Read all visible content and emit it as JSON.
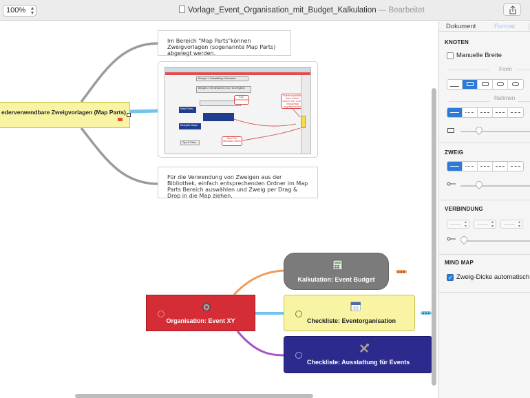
{
  "window": {
    "zoom": "100%",
    "title": "Vorlage_Event_Organisation_mit_Budget_Kalkulation",
    "separator": "—",
    "edited": "Bearbeitet"
  },
  "canvas": {
    "topic_main": "ederverwendbare Zweigvorlagen (Map Parts)",
    "callout_top": "Im Bereich \"Map Parts\"können Zweigvorlagen (sogenannte Map Parts) abgelegt werden.",
    "callout_bottom": "Für die Verwendung von Zweigen aus der Bibliothek, einfach entsprechenden Ordner im Map Parts Bereich auswählen und Zweig per Drag & Drop in die Map ziehen.",
    "screenshot": {
      "box1": "Beispiel 1: Rabattfähige Kalkulation",
      "box2": "Beispiel 2: Mit einfachem Soll / Ist-Vergleich",
      "map_parts": "Map Parts",
      "beispiel_maps": "Beispiel Maps",
      "tips": "Tips & Tricks",
      "red1": "Kalk. übernehmen",
      "red2": "Ordner auswählen Neue Ordner können hier rechts hinzugefügt angelegt werden",
      "red3": "Map Part Bibliothek öffnen"
    },
    "node_kalkulation": "Kalkulation: Event Budget",
    "node_organisation": "Organisation: Event XY",
    "node_checkliste_event": "Checkliste: Eventorganisation",
    "node_checkliste_ausstattung": "Checkliste: Ausstattung  für Events",
    "colors": {
      "grey": "#7b7b7b",
      "red": "#d42d36",
      "yellow": "#f8f4a3",
      "navy": "#2d2a8e",
      "orange_link": "#f29b5a",
      "blue_link": "#74c3ee",
      "purple_link": "#a851c6",
      "grey_link": "#9b9b9b"
    }
  },
  "inspector": {
    "tab_dokument": "Dokument",
    "tab_format": "Format",
    "knoten": "KNOTEN",
    "manuelle_breite": "Manuelle Breite",
    "form": "Form",
    "rahmen": "Rahmen",
    "zweig": "ZWEIG",
    "verbindung": "VERBINDUNG",
    "mind_map": "MIND MAP",
    "zweig_dicke": "Zweig-Dicke automatisch",
    "zweig_dicke_checked": true,
    "manuelle_breite_checked": false
  }
}
